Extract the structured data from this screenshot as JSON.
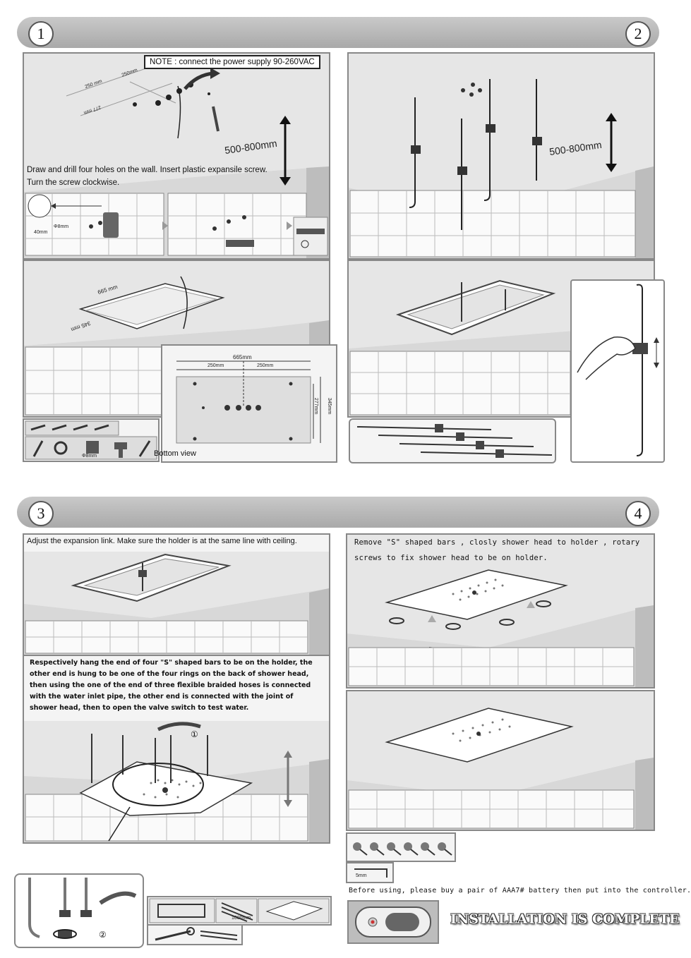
{
  "steps": {
    "s1": "1",
    "s2": "2",
    "s3": "3",
    "s4": "4"
  },
  "step1": {
    "note": "NOTE : connect the power supply 90-260VAC",
    "height_range": "500-800mm",
    "instruction_line1": "Draw and drill four holes on the wall.  Insert plastic expansile screw.",
    "instruction_line2": "Turn the screw clockwise.",
    "dim_250a": "250 mm",
    "dim_250b": "250mm",
    "dim_277": "277 mm",
    "dim_8mm": "Φ8mm",
    "dim_40mm": "40mm",
    "dim_665": "665 mm",
    "dim_345": "345 mm",
    "drill_label": "Φ8mm",
    "bottom_view_title": "Bottom view",
    "bv_665": "665mm",
    "bv_250a": "250mm",
    "bv_250b": "250mm",
    "bv_345": "345mm",
    "bv_277": "277mm"
  },
  "step2": {
    "height_range": "500-800mm"
  },
  "step3": {
    "instruction_top": "Adjust the expansion link. Make sure the holder is at the same line with ceiling.",
    "instruction_body": "Respectively hang the end of four \"S\" shaped bars to be on the holder, the other end is hung to be one of the four rings on the back of shower head, then using the one of the end of three flexible braided hoses is connected with the water inlet pipe, the other end is connected with the joint of shower head, then to open the valve switch to test water.",
    "marker1": "①",
    "marker2": "②",
    "hose_length": "1000mm"
  },
  "step4": {
    "instruction_line1": "Remove \"S\" shaped bars , closly shower head to holder , rotary",
    "instruction_line2": "screws to fix shower head to be on holder.",
    "key_size": "5mm",
    "battery_note": "Before using, please buy a pair of AAA7# battery then put into the controller.",
    "complete": "INSTALLATION IS COMPLETE"
  }
}
